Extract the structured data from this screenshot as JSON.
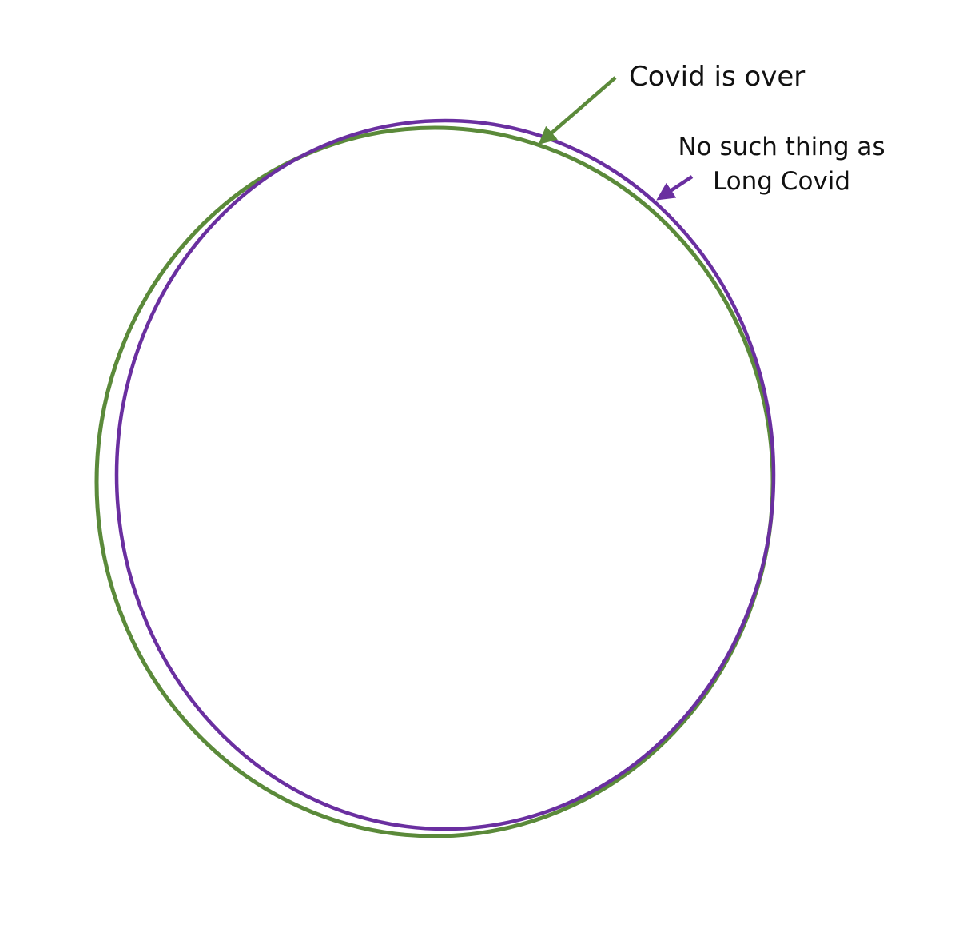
{
  "annotations": {
    "covid_over": {
      "text": "Covid is over",
      "color": "#5b8a3a"
    },
    "no_long_covid": {
      "line1": "No such thing as",
      "line2": "Long Covid",
      "color": "#6a2fa0"
    }
  },
  "colors": {
    "background": "#ffffff",
    "text": "#111111",
    "green": "#5b8a3a",
    "purple": "#6a2fa0"
  }
}
